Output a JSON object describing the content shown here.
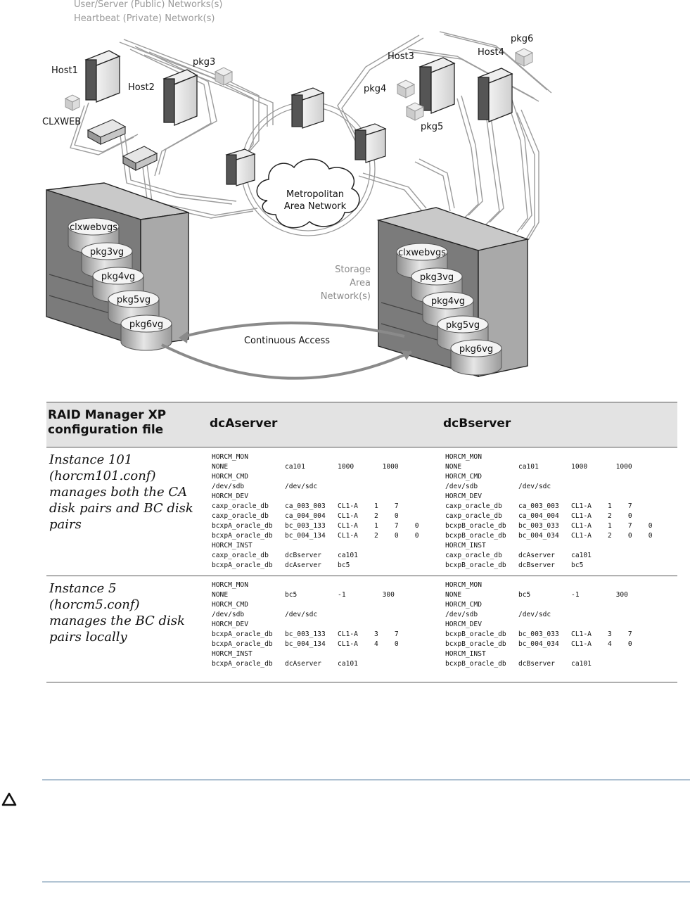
{
  "legend": {
    "public": "User/Server (Public) Networks(s)",
    "private": "Heartbeat (Private) Network(s)"
  },
  "diagram": {
    "hosts": {
      "host1": "Host1",
      "host2": "Host2",
      "host3": "Host3",
      "host4": "Host4"
    },
    "packages": {
      "pkg3": "pkg3",
      "pkg4": "pkg4",
      "pkg5": "pkg5",
      "pkg6": "pkg6",
      "clxweb": "CLXWEB"
    },
    "man": {
      "line1": "Metropolitan",
      "line2": "Area Network"
    },
    "san": {
      "line1": "Storage",
      "line2": "Area",
      "line3": "Network(s)"
    },
    "ca_label": "Continuous Access",
    "left_vgs": [
      "clxwebvgs",
      "pkg3vg",
      "pkg4vg",
      "pkg5vg",
      "pkg6vg"
    ],
    "right_vgs": [
      "clxwebvgs",
      "pkg3vg",
      "pkg4vg",
      "pkg5vg",
      "pkg6vg"
    ]
  },
  "table": {
    "headers": {
      "col1": "RAID Manager XP configuration file",
      "col2": "dcAserver",
      "col3": "dcBserver"
    },
    "rows": [
      {
        "instance": "Instance 101 (horcm101.conf) manages both the CA disk pairs and BC disk pairs",
        "dcA": "HORCM_MON\nNONE              ca101        1000       1000\nHORCM_CMD\n/dev/sdb          /dev/sdc\nHORCM_DEV\ncaxp_oracle_db    ca_003_003   CL1-A    1    7\ncaxp_oracle_db    ca_004_004   CL1-A    2    0\nbcxpA_oracle_db   bc_003_133   CL1-A    1    7    0\nbcxpA_oracle_db   bc_004_134   CL1-A    2    0    0\nHORCM_INST\ncaxp_oracle_db    dcBserver    ca101\nbcxpA_oracle_db   dcAserver    bc5",
        "dcB": "HORCM_MON\nNONE              ca101        1000       1000\nHORCM_CMD\n/dev/sdb          /dev/sdc\nHORCM_DEV\ncaxp_oracle_db    ca_003_003   CL1-A    1    7\ncaxp_oracle_db    ca_004_004   CL1-A    2    0\nbcxpB_oracle_db   bc_003_033   CL1-A    1    7    0\nbcxpB_oracle_db   bc_004_034   CL1-A    2    0    0\nHORCM_INST\ncaxp_oracle_db    dcAserver    ca101\nbcxpB_oracle_db   dcBserver    bc5"
      },
      {
        "instance": "Instance 5 (horcm5.conf) manages the BC disk pairs locally",
        "dcA": "HORCM_MON\nNONE              bc5          -1         300\nHORCM_CMD\n/dev/sdb          /dev/sdc\nHORCM_DEV\nbcxpA_oracle_db   bc_003_133   CL1-A    3    7\nbcxpA_oracle_db   bc_004_134   CL1-A    4    0\nHORCM_INST\nbcxpA_oracle_db   dcAserver    ca101",
        "dcB": "HORCM_MON\nNONE              bc5          -1         300\nHORCM_CMD\n/dev/sdb          /dev/sdc\nHORCM_DEV\nbcxpB_oracle_db   bc_003_033   CL1-A    3    7\nbcxpB_oracle_db   bc_004_034   CL1-A    4    0\nHORCM_INST\nbcxpB_oracle_db   dcBserver    ca101"
      }
    ]
  },
  "caution": {
    "icon": "caution-triangle-icon"
  }
}
